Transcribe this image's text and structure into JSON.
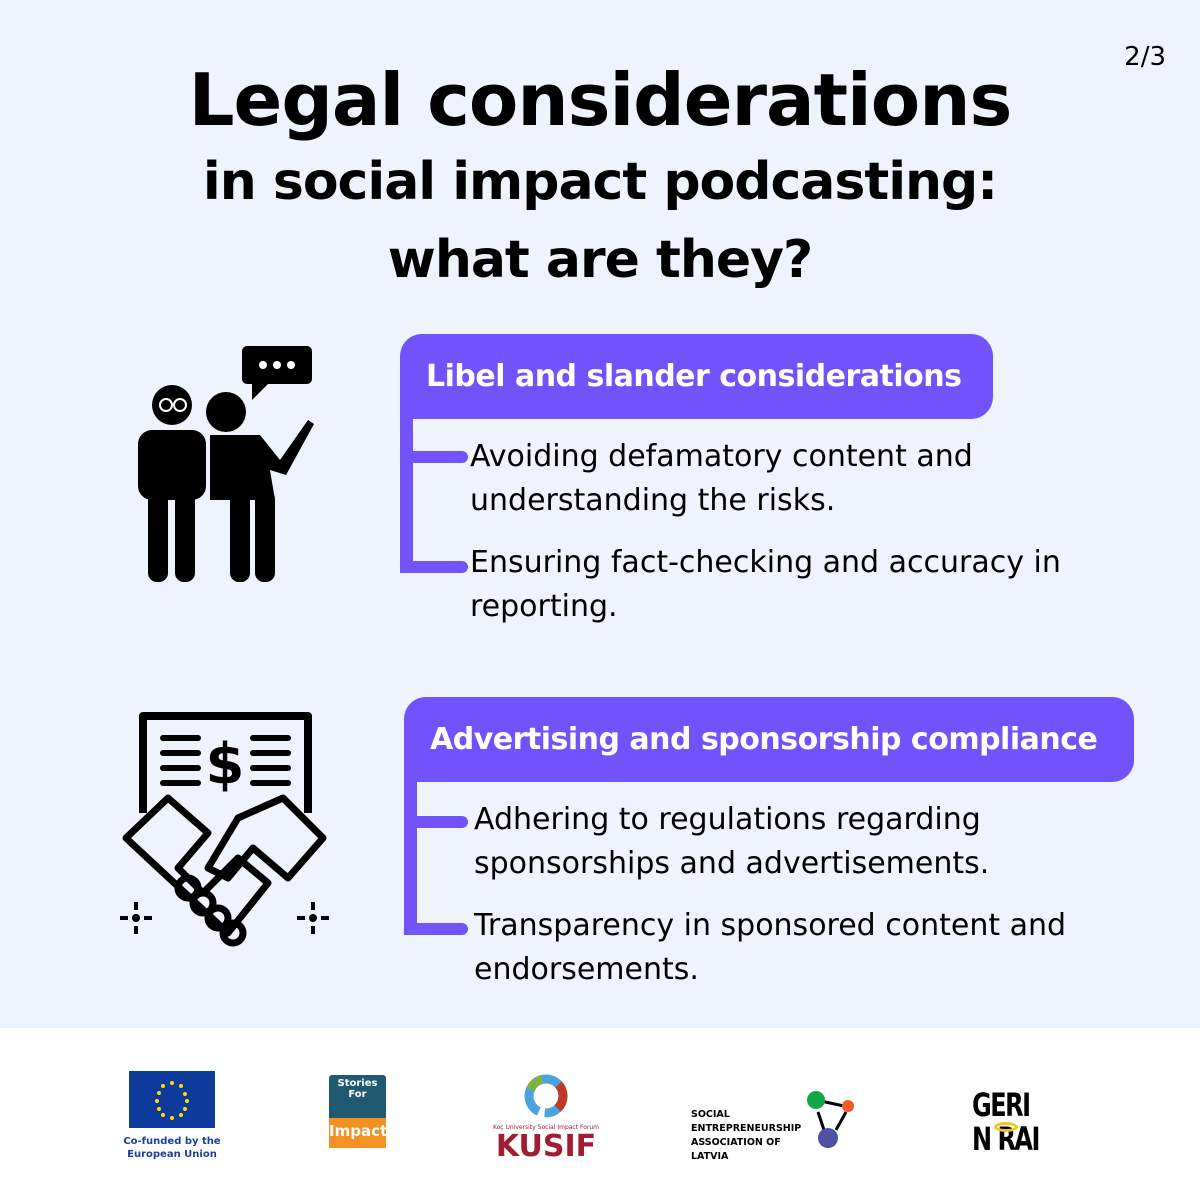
{
  "page_number": "2/3",
  "title": {
    "line1": "Legal considerations",
    "line2": "in social impact podcasting:",
    "line3": "what are they?"
  },
  "sections": [
    {
      "heading": "Libel and slander considerations",
      "icon": "people-talking-icon",
      "bullets": [
        "Avoiding defamatory content and understanding the risks.",
        "Ensuring fact-checking and accuracy in reporting."
      ]
    },
    {
      "heading": "Advertising and sponsorship compliance",
      "icon": "handshake-contract-icon",
      "bullets": [
        "Adhering to regulations regarding sponsorships and advertisements.",
        "Transparency in sponsored content and endorsements."
      ]
    }
  ],
  "footer": {
    "eu": "Co-funded by the European Union",
    "stories_top": "Stories For",
    "stories_bottom": "Impact",
    "kusif_sub": "Koç University Social Impact Forum",
    "kusif": "KUSIF",
    "seal": "SOCIAL ENTREPRENEURSHIP ASSOCIATION OF LATVIA",
    "geri1": "GERI",
    "geri2": "N RAI"
  },
  "colors": {
    "accent": "#7152fb",
    "background": "#eff3fe"
  }
}
